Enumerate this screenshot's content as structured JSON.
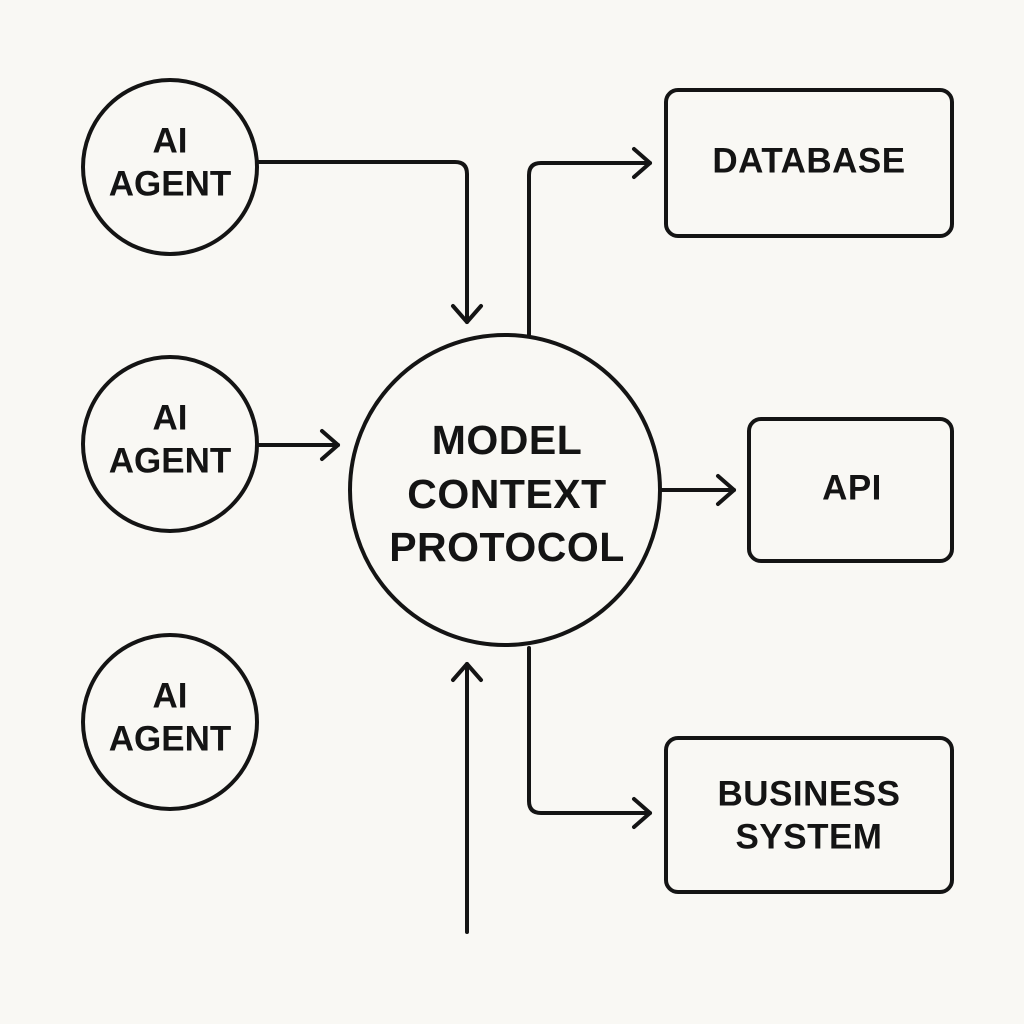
{
  "diagram": {
    "agents": [
      {
        "line1": "AI",
        "line2": "AGENT"
      },
      {
        "line1": "AI",
        "line2": "AGENT"
      },
      {
        "line1": "AI",
        "line2": "AGENT"
      }
    ],
    "hub": {
      "line1": "MODEL",
      "line2": "CONTEXT",
      "line3": "PROTOCOL"
    },
    "targets": {
      "database": {
        "label": "DATABASE"
      },
      "api": {
        "label": "API"
      },
      "business_system": {
        "line1": "BUSINESS",
        "line2": "SYSTEM"
      }
    }
  },
  "colors": {
    "background": "#f9f8f4",
    "stroke": "#141414"
  }
}
